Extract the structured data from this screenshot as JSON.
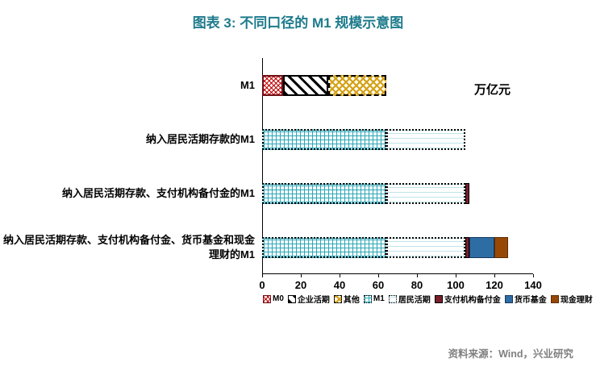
{
  "header": {
    "title": "图表 3: 不同口径的 M1 规模示意图"
  },
  "footer": {
    "source_text": "资料来源：Wind，兴业研究"
  },
  "colors": {
    "title_teal": "#1E7B8C",
    "m0_red": "#C00000",
    "other_gold": "#D4A017",
    "m1_grid_teal": "#2BA6B8",
    "reserve_maroon": "#7A1F2B",
    "money_fund_blue": "#2E6DA4",
    "cash_brown": "#974806",
    "source_gray": "#808080"
  },
  "chart_data": {
    "type": "bar",
    "orientation": "horizontal",
    "stacked": true,
    "title": "图表 3: 不同口径的 M1 规模示意图",
    "unit_label": "万亿元",
    "xlabel": "",
    "ylabel": "",
    "xlim": [
      0,
      140
    ],
    "x_ticks": [
      0,
      20,
      40,
      60,
      80,
      100,
      120,
      140
    ],
    "grid": false,
    "legend_position": "bottom",
    "categories": [
      "M1",
      "纳入居民活期存款的M1",
      "纳入居民活期存款、支付机构备付金的M1",
      "纳入居民活期存款、支付机构备付金、货币基金和现金理财的M1"
    ],
    "series": [
      {
        "name": "M0",
        "key": "m0",
        "values": [
          11,
          0,
          0,
          0
        ]
      },
      {
        "name": "企业活期",
        "key": "qiye",
        "values": [
          23,
          0,
          0,
          0
        ]
      },
      {
        "name": "其他",
        "key": "qita",
        "values": [
          30,
          0,
          0,
          0
        ]
      },
      {
        "name": "M1",
        "key": "m1",
        "values": [
          0,
          64,
          64,
          64
        ]
      },
      {
        "name": "居民活期",
        "key": "jumin",
        "values": [
          0,
          41,
          41,
          41
        ]
      },
      {
        "name": "支付机构备付金",
        "key": "beifu",
        "values": [
          0,
          0,
          2,
          2
        ]
      },
      {
        "name": "货币基金",
        "key": "huobi",
        "values": [
          0,
          0,
          0,
          13
        ]
      },
      {
        "name": "现金理财",
        "key": "xianjin",
        "values": [
          0,
          0,
          0,
          7
        ]
      }
    ],
    "legend": [
      "M0",
      "企业活期",
      "其他",
      "M1",
      "居民活期",
      "支付机构备付金",
      "货币基金",
      "现金理财"
    ]
  }
}
